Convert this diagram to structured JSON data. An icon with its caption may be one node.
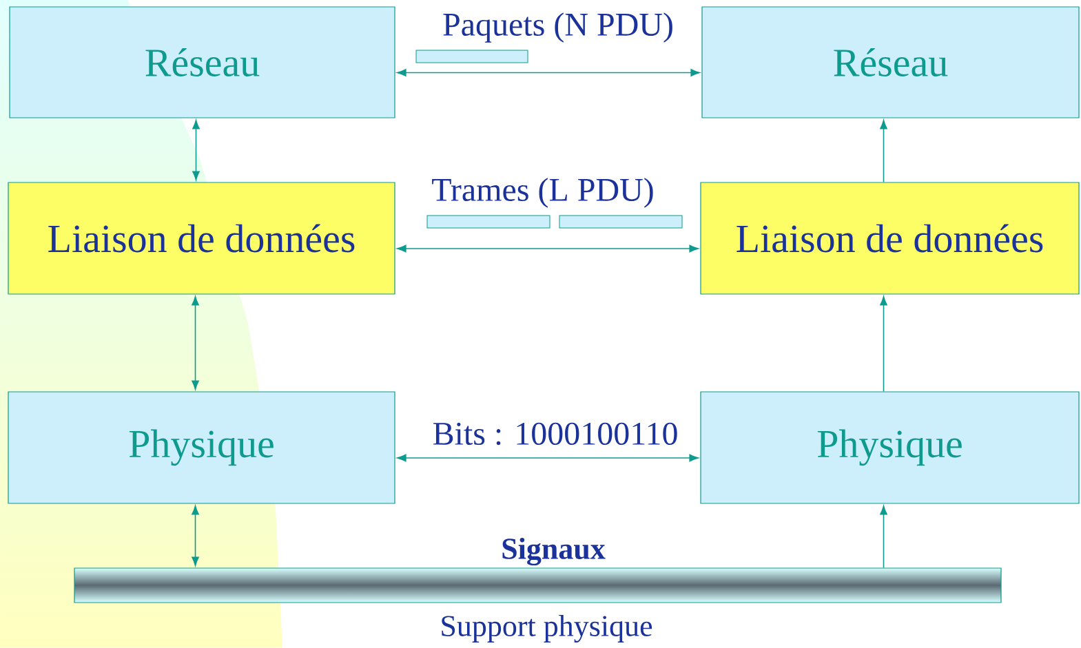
{
  "diagram": {
    "nodes": [
      {
        "text": [
          "Réseau"
        ]
      },
      {
        "text": [
          "Réseau"
        ]
      },
      {
        "text": [
          "Liaison de données"
        ]
      },
      {
        "text": [
          "Liaison de données"
        ]
      },
      {
        "text": [
          "Physique"
        ]
      },
      {
        "text": [
          "Physique"
        ]
      },
      {
        "text": [],
        "shape": "bar",
        "beside": [
          "Signaux",
          "Support physique"
        ]
      }
    ],
    "edges": [
      {
        "from": 0,
        "to": 1,
        "arrow": "both",
        "label": "Paquets (N PDU)"
      },
      {
        "from": 2,
        "to": 3,
        "arrow": "both",
        "label": "Trames (L PDU)"
      },
      {
        "from": 4,
        "to": 5,
        "arrow": "both",
        "label": "Bits : 1000100110"
      },
      {
        "from": 0,
        "to": 2,
        "arrow": "both"
      },
      {
        "from": 2,
        "to": 4,
        "arrow": "both"
      },
      {
        "from": 4,
        "to": 6,
        "arrow": "both"
      },
      {
        "from": 3,
        "to": 1,
        "arrow": "to"
      },
      {
        "from": 5,
        "to": 3,
        "arrow": "to"
      },
      {
        "from": 6,
        "to": 5,
        "arrow": "to"
      }
    ]
  }
}
